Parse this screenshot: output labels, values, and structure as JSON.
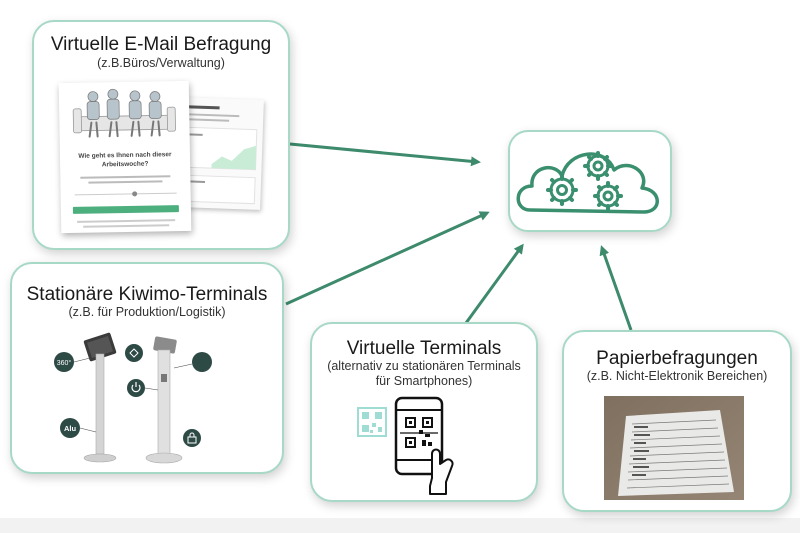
{
  "colors": {
    "accent": "#3a8f6f",
    "border": "#a7d9c6",
    "arrow": "#3d8a6c"
  },
  "center": {
    "icon": "cloud-gears-icon"
  },
  "cards": {
    "email": {
      "title": "Virtuelle E-Mail Befragung",
      "subtitle": "(z.B.Büros/Verwaltung)"
    },
    "terminals": {
      "title": "Stationäre Kiwimo-Terminals",
      "subtitle": "(z.B. für Produktion/Logistik)"
    },
    "virtual": {
      "title": "Virtuelle Terminals",
      "subtitle_line1": "(alternativ zu stationären Terminals",
      "subtitle_line2": "für Smartphones)"
    },
    "paper": {
      "title": "Papierbefragungen",
      "subtitle": "(z.B. Nicht-Elektronik Bereichen)"
    }
  },
  "survey_preview": {
    "question_line1": "Wie geht es Ihnen nach dieser",
    "question_line2": "Arbeitswoche?"
  },
  "badges": {
    "degree": "360°",
    "alu": "Alu"
  }
}
